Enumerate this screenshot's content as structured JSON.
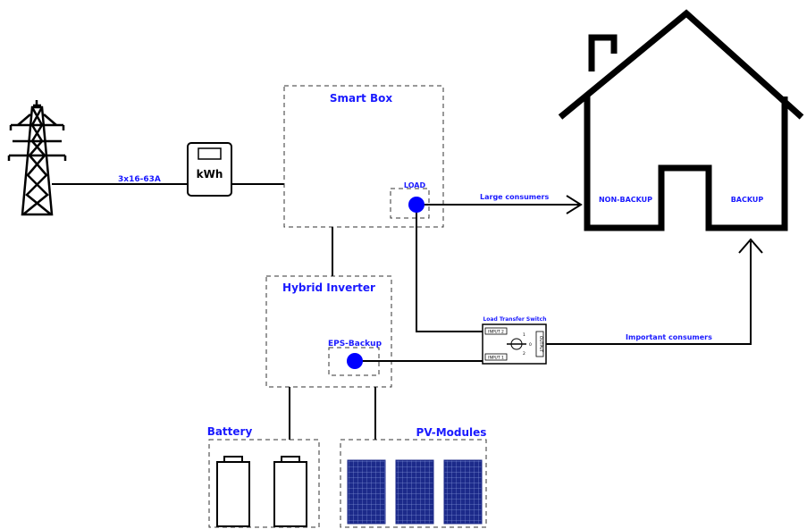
{
  "labels": {
    "smart_box": "Smart Box",
    "hybrid_inverter": "Hybrid Inverter",
    "battery": "Battery",
    "pv_modules": "PV-Modules",
    "load": "LOAD",
    "eps_backup": "EPS-Backup",
    "kwh": "kWh",
    "cable_rating": "3x16-63A",
    "large_consumers": "Large consumers",
    "important_consumers": "Important consumers",
    "non_backup": "NON-BACKUP",
    "backup": "BACKUP",
    "load_transfer_switch": "Load Transfer Switch",
    "input_2": "INPUT 2",
    "input_1": "INPUT 1",
    "output": "OUTPUT",
    "sw_1": "1",
    "sw_0": "0",
    "sw_2": "2"
  },
  "colors": {
    "label_blue": "#1a1aff",
    "node_blue": "#0000ff",
    "panel_blue": "#1c2a8a"
  },
  "icons": [
    "power-tower-icon",
    "electricity-meter-icon",
    "house-icon",
    "battery-icon",
    "solar-panel-icon",
    "switch-icon"
  ]
}
